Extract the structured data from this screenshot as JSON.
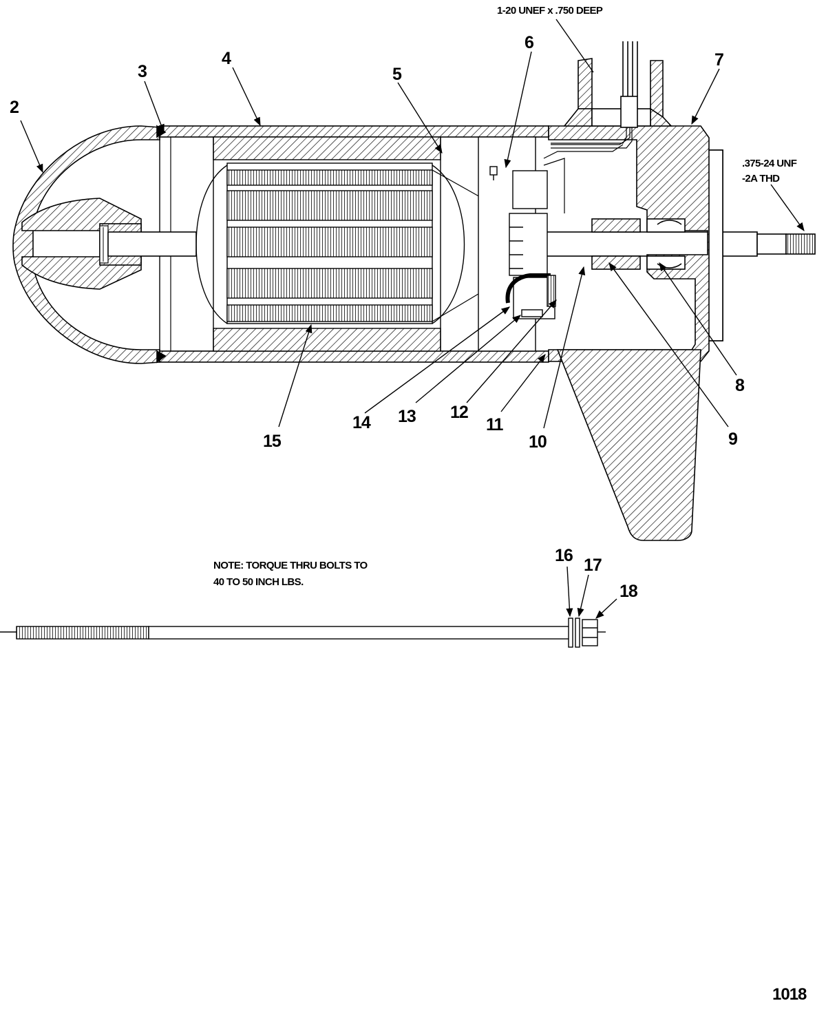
{
  "diagram": {
    "callouts": {
      "c2": "2",
      "c3": "3",
      "c4": "4",
      "c5": "5",
      "c6": "6",
      "c7": "7",
      "c8": "8",
      "c9": "9",
      "c10": "10",
      "c11": "11",
      "c12": "12",
      "c13": "13",
      "c14": "14",
      "c15": "15",
      "c16": "16",
      "c17": "17",
      "c18": "18"
    },
    "specs": {
      "port_thread": "1-20 UNEF x .750 DEEP",
      "shaft_thread_1": ".375-24 UNF",
      "shaft_thread_2": "-2A THD"
    },
    "note_line_1": "NOTE: TORQUE THRU BOLTS TO",
    "note_line_2": "40 TO 50 INCH LBS.",
    "page_number": "1018"
  }
}
